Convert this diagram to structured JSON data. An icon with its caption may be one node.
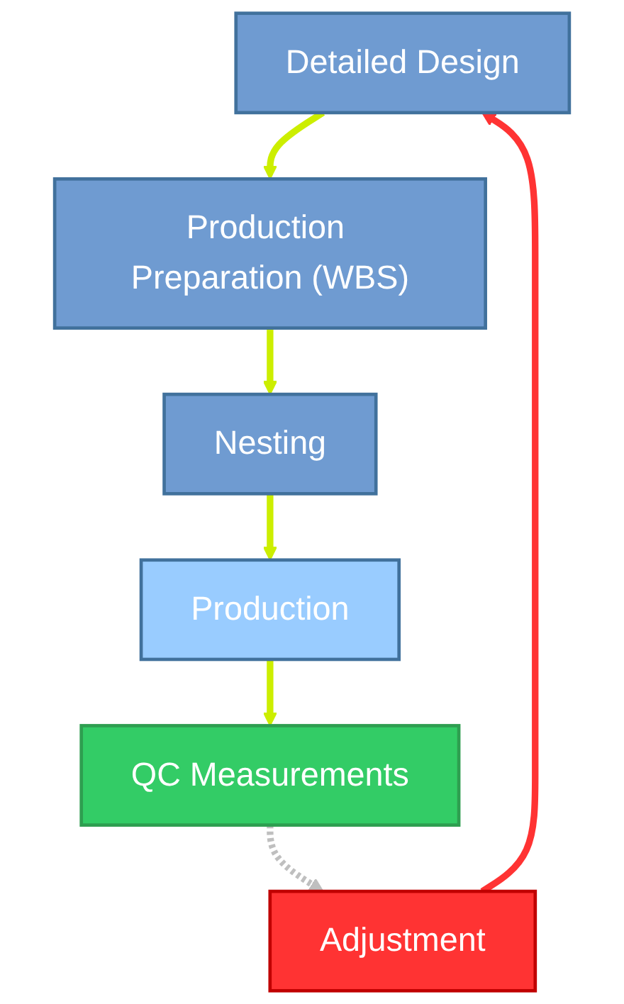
{
  "diagram": {
    "nodes": [
      {
        "text": [
          "Detailed Design"
        ]
      },
      {
        "text": [
          "Production Preparation (WBS)"
        ]
      },
      {
        "text": [
          "Nesting"
        ]
      },
      {
        "text": [
          "Production"
        ]
      },
      {
        "text": [
          "QC Measurements"
        ]
      },
      {
        "text": [
          "Adjustment"
        ]
      }
    ],
    "edges": [
      {
        "from": 0,
        "to": 1,
        "arrow": "to"
      },
      {
        "from": 1,
        "to": 2,
        "arrow": "to"
      },
      {
        "from": 2,
        "to": 3,
        "arrow": "to"
      },
      {
        "from": 3,
        "to": 4,
        "arrow": "to"
      },
      {
        "from": 4,
        "to": 5,
        "arrow": "to",
        "style": "dashed",
        "color": "#bfbfbf"
      },
      {
        "from": 5,
        "to": 0,
        "arrow": "to",
        "color": "#ff3333"
      }
    ]
  }
}
